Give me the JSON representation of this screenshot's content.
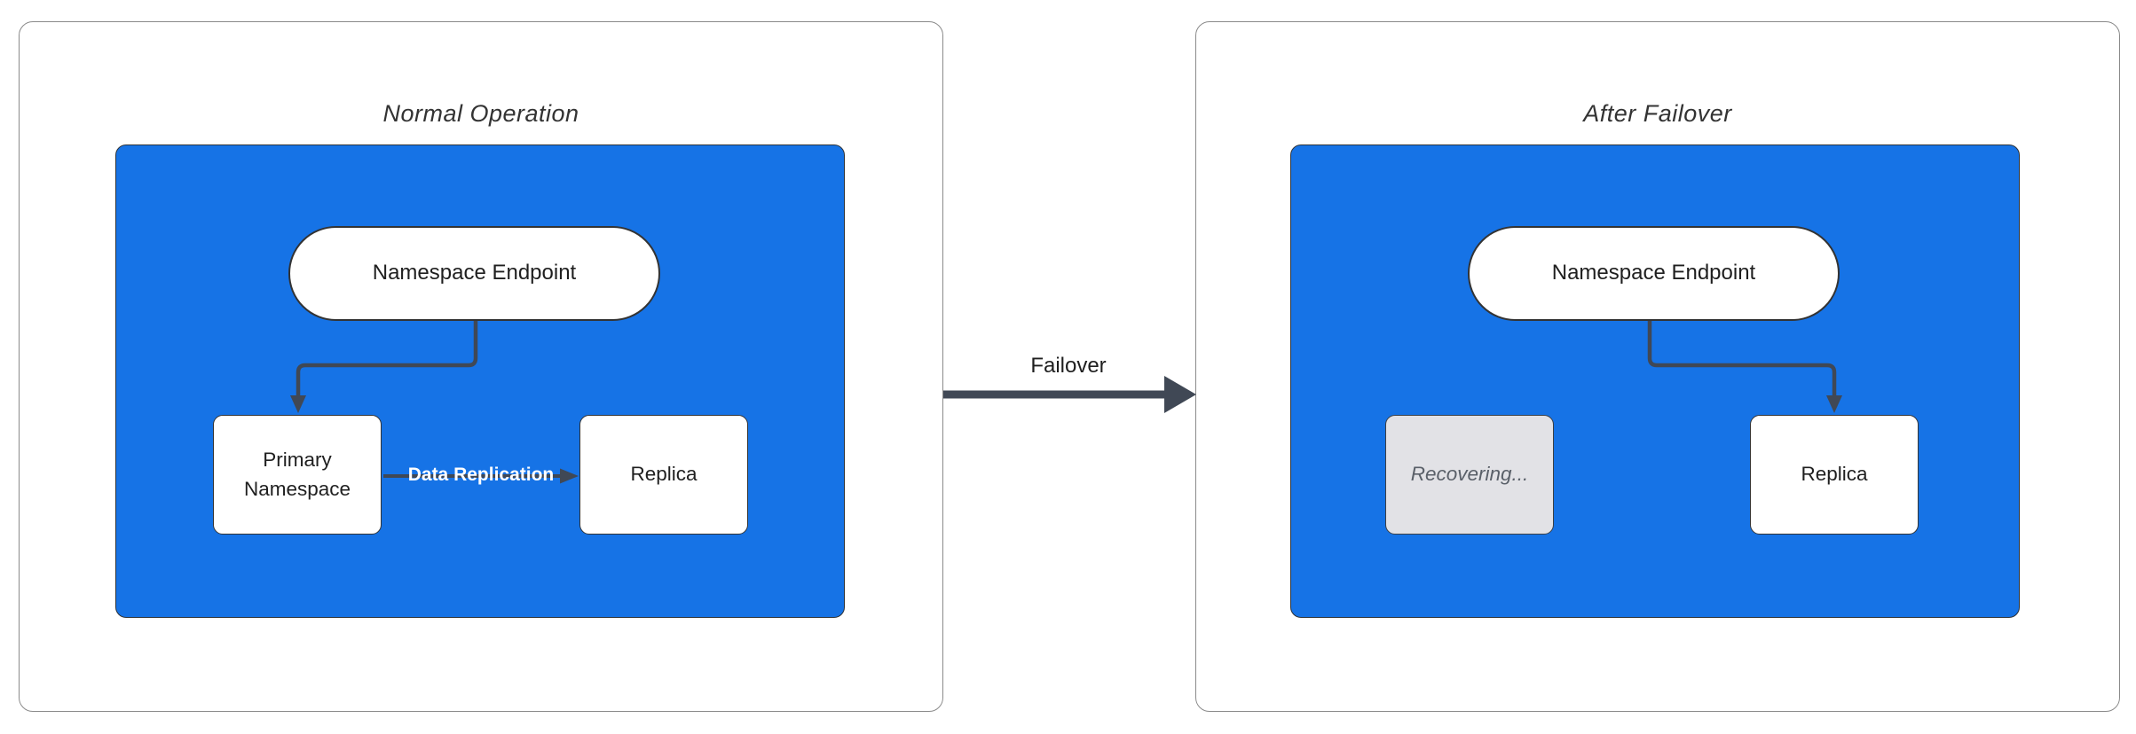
{
  "diagram": {
    "left_panel": {
      "title": "Normal Operation",
      "endpoint_label": "Namespace Endpoint",
      "primary_label": "Primary Namespace",
      "replica_label": "Replica",
      "replication_edge_label": "Data Replication"
    },
    "right_panel": {
      "title": "After Failover",
      "endpoint_label": "Namespace Endpoint",
      "recovering_label": "Recovering...",
      "replica_label": "Replica"
    },
    "failover_edge_label": "Failover",
    "colors": {
      "container_fill": "#1673E6",
      "edge_color": "#404855",
      "node_fill": "#FFFFFF",
      "node_border": "#333333",
      "recovering_fill": "#E2E2E6",
      "recovering_text": "#5A6069",
      "panel_border": "#8A8A8A",
      "title_text": "#333333",
      "replication_label_text": "#FFFFFF"
    }
  }
}
